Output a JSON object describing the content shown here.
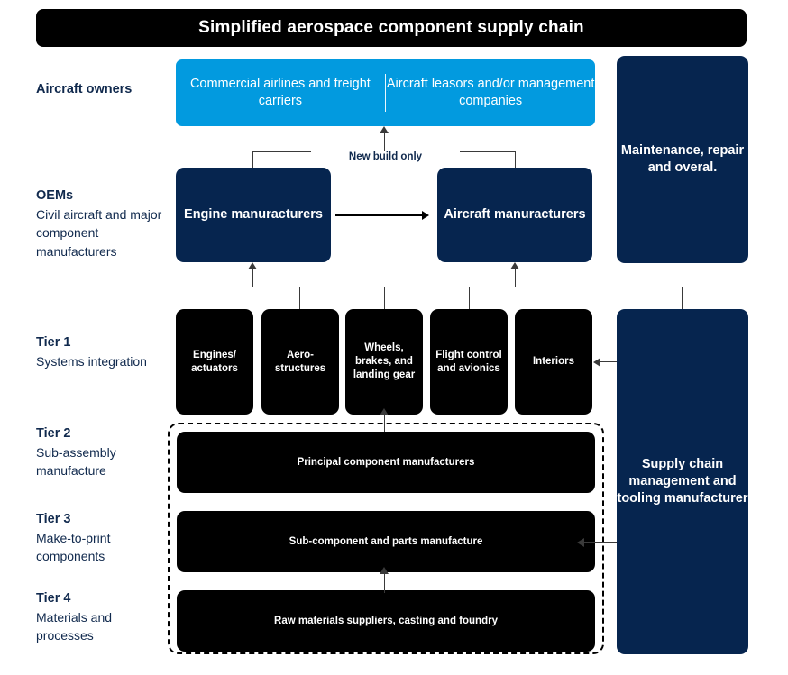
{
  "header": {
    "title": "Simplified aerospace component supply chain"
  },
  "row_labels": [
    {
      "heading": "Aircraft owners",
      "sub": ""
    },
    {
      "heading": "OEMs",
      "sub": "Civil aircraft and major component manufacturers"
    },
    {
      "heading": "Tier 1",
      "sub": "Systems integration"
    },
    {
      "heading": "Tier 2",
      "sub": "Sub-assembly manufacture"
    },
    {
      "heading": "Tier 3",
      "sub": "Make-to-print components"
    },
    {
      "heading": "Tier 4",
      "sub": "Materials and processes"
    }
  ],
  "owners": {
    "left": "Commercial airlines and freight carriers",
    "right": "Aircraft leasors and/or management companies"
  },
  "oems": {
    "engine": "Engine manuracturers",
    "aircraft": "Aircraft manuracturers"
  },
  "connectors": {
    "new_build_label": "New build only"
  },
  "tier1": [
    "Engines/ actuators",
    "Aero- structures",
    "Wheels, brakes, and landing gear",
    "Flight control and avionics",
    "Interiors"
  ],
  "tiers": {
    "tier2": "Principal component manufacturers",
    "tier3": "Sub-component and parts manufacture",
    "tier4": "Raw materials suppliers, casting and foundry"
  },
  "side_panels": {
    "mro": "Maintenance, repair and overal.",
    "scm": "Supply chain management and tooling manufacturer"
  },
  "colors": {
    "title_bar": "#000000",
    "light_blue": "#029ADF",
    "navy": "#06254F",
    "black": "#000000",
    "label_text": "#10294D",
    "connector": "#3a3a3a"
  }
}
